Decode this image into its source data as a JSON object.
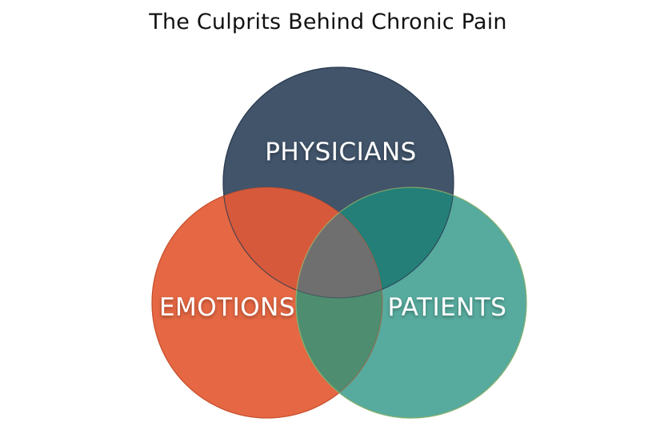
{
  "title": "The Culprits Behind Chronic Pain",
  "circles": [
    {
      "label": "PHYSICIANS",
      "color": "#33475f"
    },
    {
      "label": "EMOTIONS",
      "color": "#e56743"
    },
    {
      "label": "PATIENTS",
      "color": "#4aa597"
    }
  ],
  "center_color": "#6f6f6f"
}
